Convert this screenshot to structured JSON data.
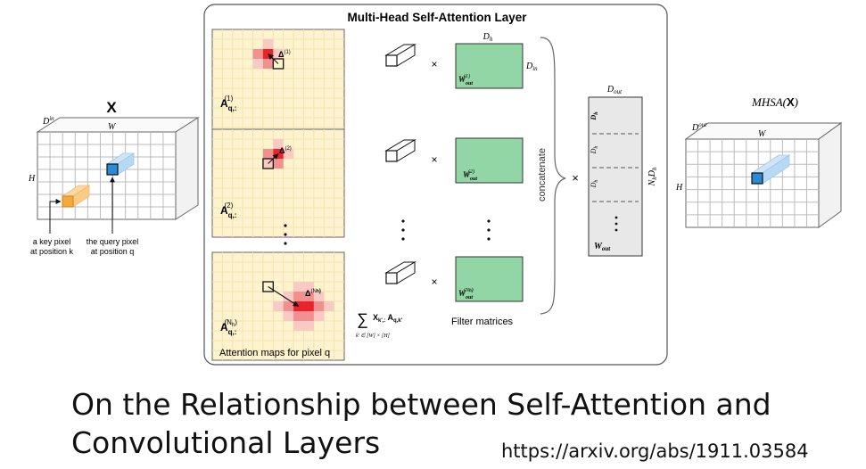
{
  "panel_title": "Multi-Head Self-Attention Layer",
  "input": {
    "label": "X",
    "depth_label": "D",
    "depth_sub": "in",
    "width_label": "W",
    "height_label": "H",
    "key_pixel_note": [
      "a key pixel",
      "at position k"
    ],
    "query_pixel_note": [
      "the query pixel",
      "at position q"
    ]
  },
  "attention_maps": {
    "head1_label": "A",
    "head1_sub": "q,:",
    "head1_sup": "(1)",
    "head2_sup": "(2)",
    "headN_sup": "(N",
    "headN_sub": "h",
    "delta": "Δ",
    "caption": "Attention maps for pixel q"
  },
  "sum_formula": {
    "symbol": "∑",
    "lower": "k' ∈ [W] × [H]",
    "term": "X",
    "term_sub": "k',:",
    "term2": "A",
    "term2_sub": "q,k'"
  },
  "filters": {
    "dh_label": "D",
    "dh_sub": "h",
    "din_label": "D",
    "din_sub": "in",
    "w_label": "W",
    "w_sub": "out",
    "times": "×",
    "caption": "Filter matrices"
  },
  "concat_label": "concatenate",
  "output_matrix": {
    "dout_label": "D",
    "dout_sub": "out",
    "side_label": "N",
    "side_sub": "h",
    "side_label2": "D",
    "side_sub2": "h",
    "w_label": "W",
    "w_sub": "out",
    "dh": "D",
    "dh_sub": "h"
  },
  "output": {
    "label_prefix": "MHSA(",
    "label_bold": "X",
    "label_suffix": ")",
    "depth_label": "D",
    "depth_sub": "out",
    "width_label": "W",
    "height_label": "H"
  },
  "caption_lines": [
    "On the Relationship between Self-Attention and",
    "Convolutional Layers"
  ],
  "url": "https://arxiv.org/abs/1911.03584",
  "colors": {
    "map_bg": "#fdf3cf",
    "map_grid": "#f2e3b0",
    "heat_dark": "#e8232a",
    "heat_mid": "#f28f8f",
    "heat_light": "#f9c9c4",
    "query_blue": "#2a8ad6",
    "key_orange": "#f5a93c",
    "filter_green": "#92d6a6",
    "out_matrix": "#e8e8e8"
  }
}
